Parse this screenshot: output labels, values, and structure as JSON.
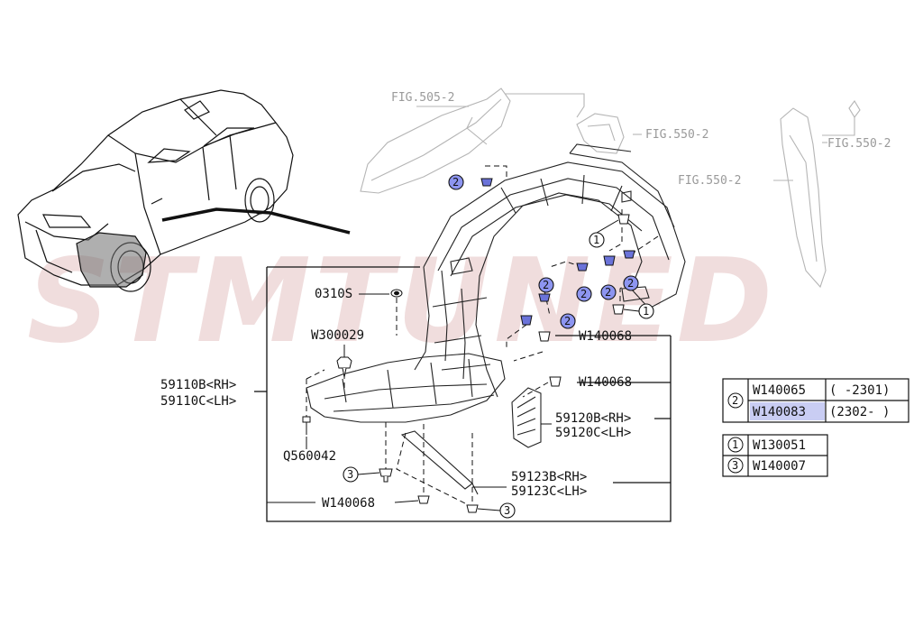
{
  "watermark": {
    "text": "STMTUNED",
    "color": "#e4c2c2"
  },
  "figure_refs": {
    "fig_505_2": "FIG.505-2",
    "fig_550_2_a": "FIG.550-2",
    "fig_550_2_b": "FIG.550-2",
    "fig_550_2_c": "FIG.550-2"
  },
  "labels": {
    "lbl_0310s": "0310S",
    "lbl_w300029": "W300029",
    "lbl_59110b": "59110B<RH>",
    "lbl_59110c": "59110C<LH>",
    "lbl_q560042": "Q560042",
    "lbl_w140068_bottom": "W140068",
    "lbl_w140068_upper": "W140068",
    "lbl_w140068_mid": "W140068",
    "lbl_59120b": "59120B<RH>",
    "lbl_59120c": "59120C<LH>",
    "lbl_59123b": "59123B<RH>",
    "lbl_59123c": "59123C<LH>",
    "callout_1": "1",
    "callout_2": "2",
    "callout_3": "3"
  },
  "legend": {
    "group2": {
      "marker": "2",
      "rows": [
        {
          "part": "W140065",
          "range": "( -2301)",
          "highlighted": false
        },
        {
          "part": "W140083",
          "range": "(2302- )",
          "highlighted": true
        }
      ]
    },
    "row1": {
      "marker": "1",
      "part": "W130051"
    },
    "row3": {
      "marker": "3",
      "part": "W140007"
    }
  },
  "colors": {
    "highlight": "#c9cdf3",
    "clip_blue": "#6b73d9",
    "callout_blue": "#8d95f0",
    "line": "#111111",
    "ghost": "#b5b5b5"
  }
}
